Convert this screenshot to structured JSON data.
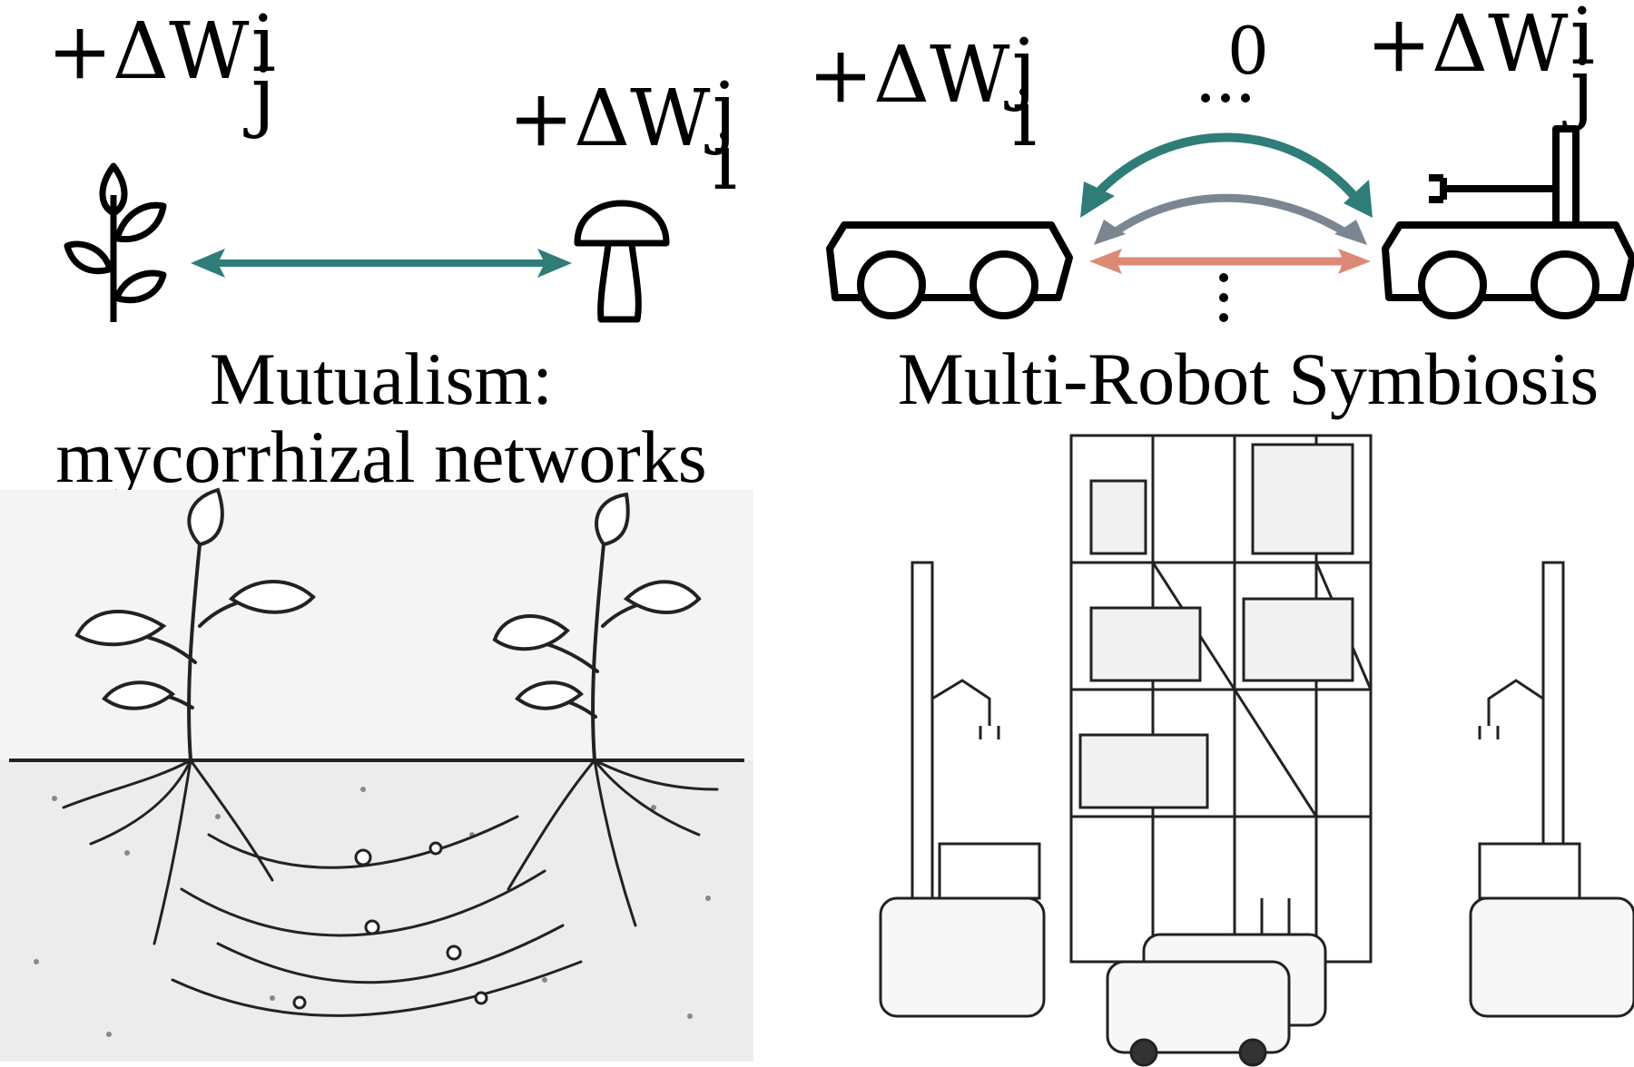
{
  "left_panel": {
    "plant_label": {
      "prefix": "+ΔW",
      "sup": "i",
      "sub": "j"
    },
    "fungus_label": {
      "prefix": "+ΔW",
      "sup": "j",
      "sub": "i"
    },
    "caption_line1": "Mutualism:",
    "caption_line2": "mycorrhizal networks",
    "icons": [
      "sprout-icon",
      "mushroom-icon"
    ],
    "arrow_color": "#2e7d78"
  },
  "right_panel": {
    "robot_left_label": {
      "prefix": "+ΔW",
      "sup": "j",
      "sub": "i"
    },
    "robot_right_label": {
      "prefix": "+ΔW",
      "sup": "i",
      "sub": "j"
    },
    "middle_label": "0",
    "caption": "Multi-Robot Symbiosis",
    "icons": [
      "mobile-robot-icon",
      "mobile-manipulator-icon"
    ],
    "arrow_colors": [
      "#2e7d78",
      "#7a8691",
      "#dd8a74"
    ]
  }
}
